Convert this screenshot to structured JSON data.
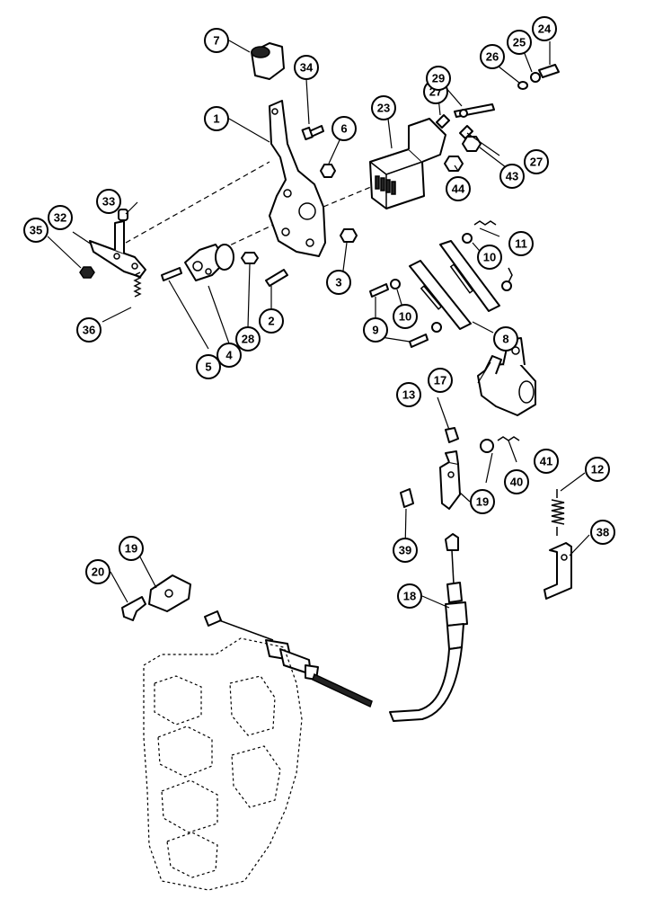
{
  "figure": {
    "type": "exploded-parts-diagram",
    "callouts": [
      {
        "id": "c1",
        "label": "1"
      },
      {
        "id": "c2",
        "label": "2"
      },
      {
        "id": "c3",
        "label": "3"
      },
      {
        "id": "c4",
        "label": "4"
      },
      {
        "id": "c5",
        "label": "5"
      },
      {
        "id": "c6",
        "label": "6"
      },
      {
        "id": "c7",
        "label": "7"
      },
      {
        "id": "c8",
        "label": "8"
      },
      {
        "id": "c9",
        "label": "9"
      },
      {
        "id": "c10a",
        "label": "10"
      },
      {
        "id": "c10b",
        "label": "10"
      },
      {
        "id": "c11",
        "label": "11"
      },
      {
        "id": "c12",
        "label": "12"
      },
      {
        "id": "c13",
        "label": "13"
      },
      {
        "id": "c17",
        "label": "17"
      },
      {
        "id": "c18",
        "label": "18"
      },
      {
        "id": "c19a",
        "label": "19"
      },
      {
        "id": "c19b",
        "label": "19"
      },
      {
        "id": "c20",
        "label": "20"
      },
      {
        "id": "c23",
        "label": "23"
      },
      {
        "id": "c24",
        "label": "24"
      },
      {
        "id": "c25",
        "label": "25"
      },
      {
        "id": "c26",
        "label": "26"
      },
      {
        "id": "c27a",
        "label": "27"
      },
      {
        "id": "c27b",
        "label": "27"
      },
      {
        "id": "c28",
        "label": "28"
      },
      {
        "id": "c29",
        "label": "29"
      },
      {
        "id": "c32",
        "label": "32"
      },
      {
        "id": "c33",
        "label": "33"
      },
      {
        "id": "c34",
        "label": "34"
      },
      {
        "id": "c35",
        "label": "35"
      },
      {
        "id": "c36",
        "label": "36"
      },
      {
        "id": "c38",
        "label": "38"
      },
      {
        "id": "c39",
        "label": "39"
      },
      {
        "id": "c40",
        "label": "40"
      },
      {
        "id": "c41",
        "label": "41"
      },
      {
        "id": "c43",
        "label": "43"
      },
      {
        "id": "c44",
        "label": "44"
      }
    ]
  }
}
